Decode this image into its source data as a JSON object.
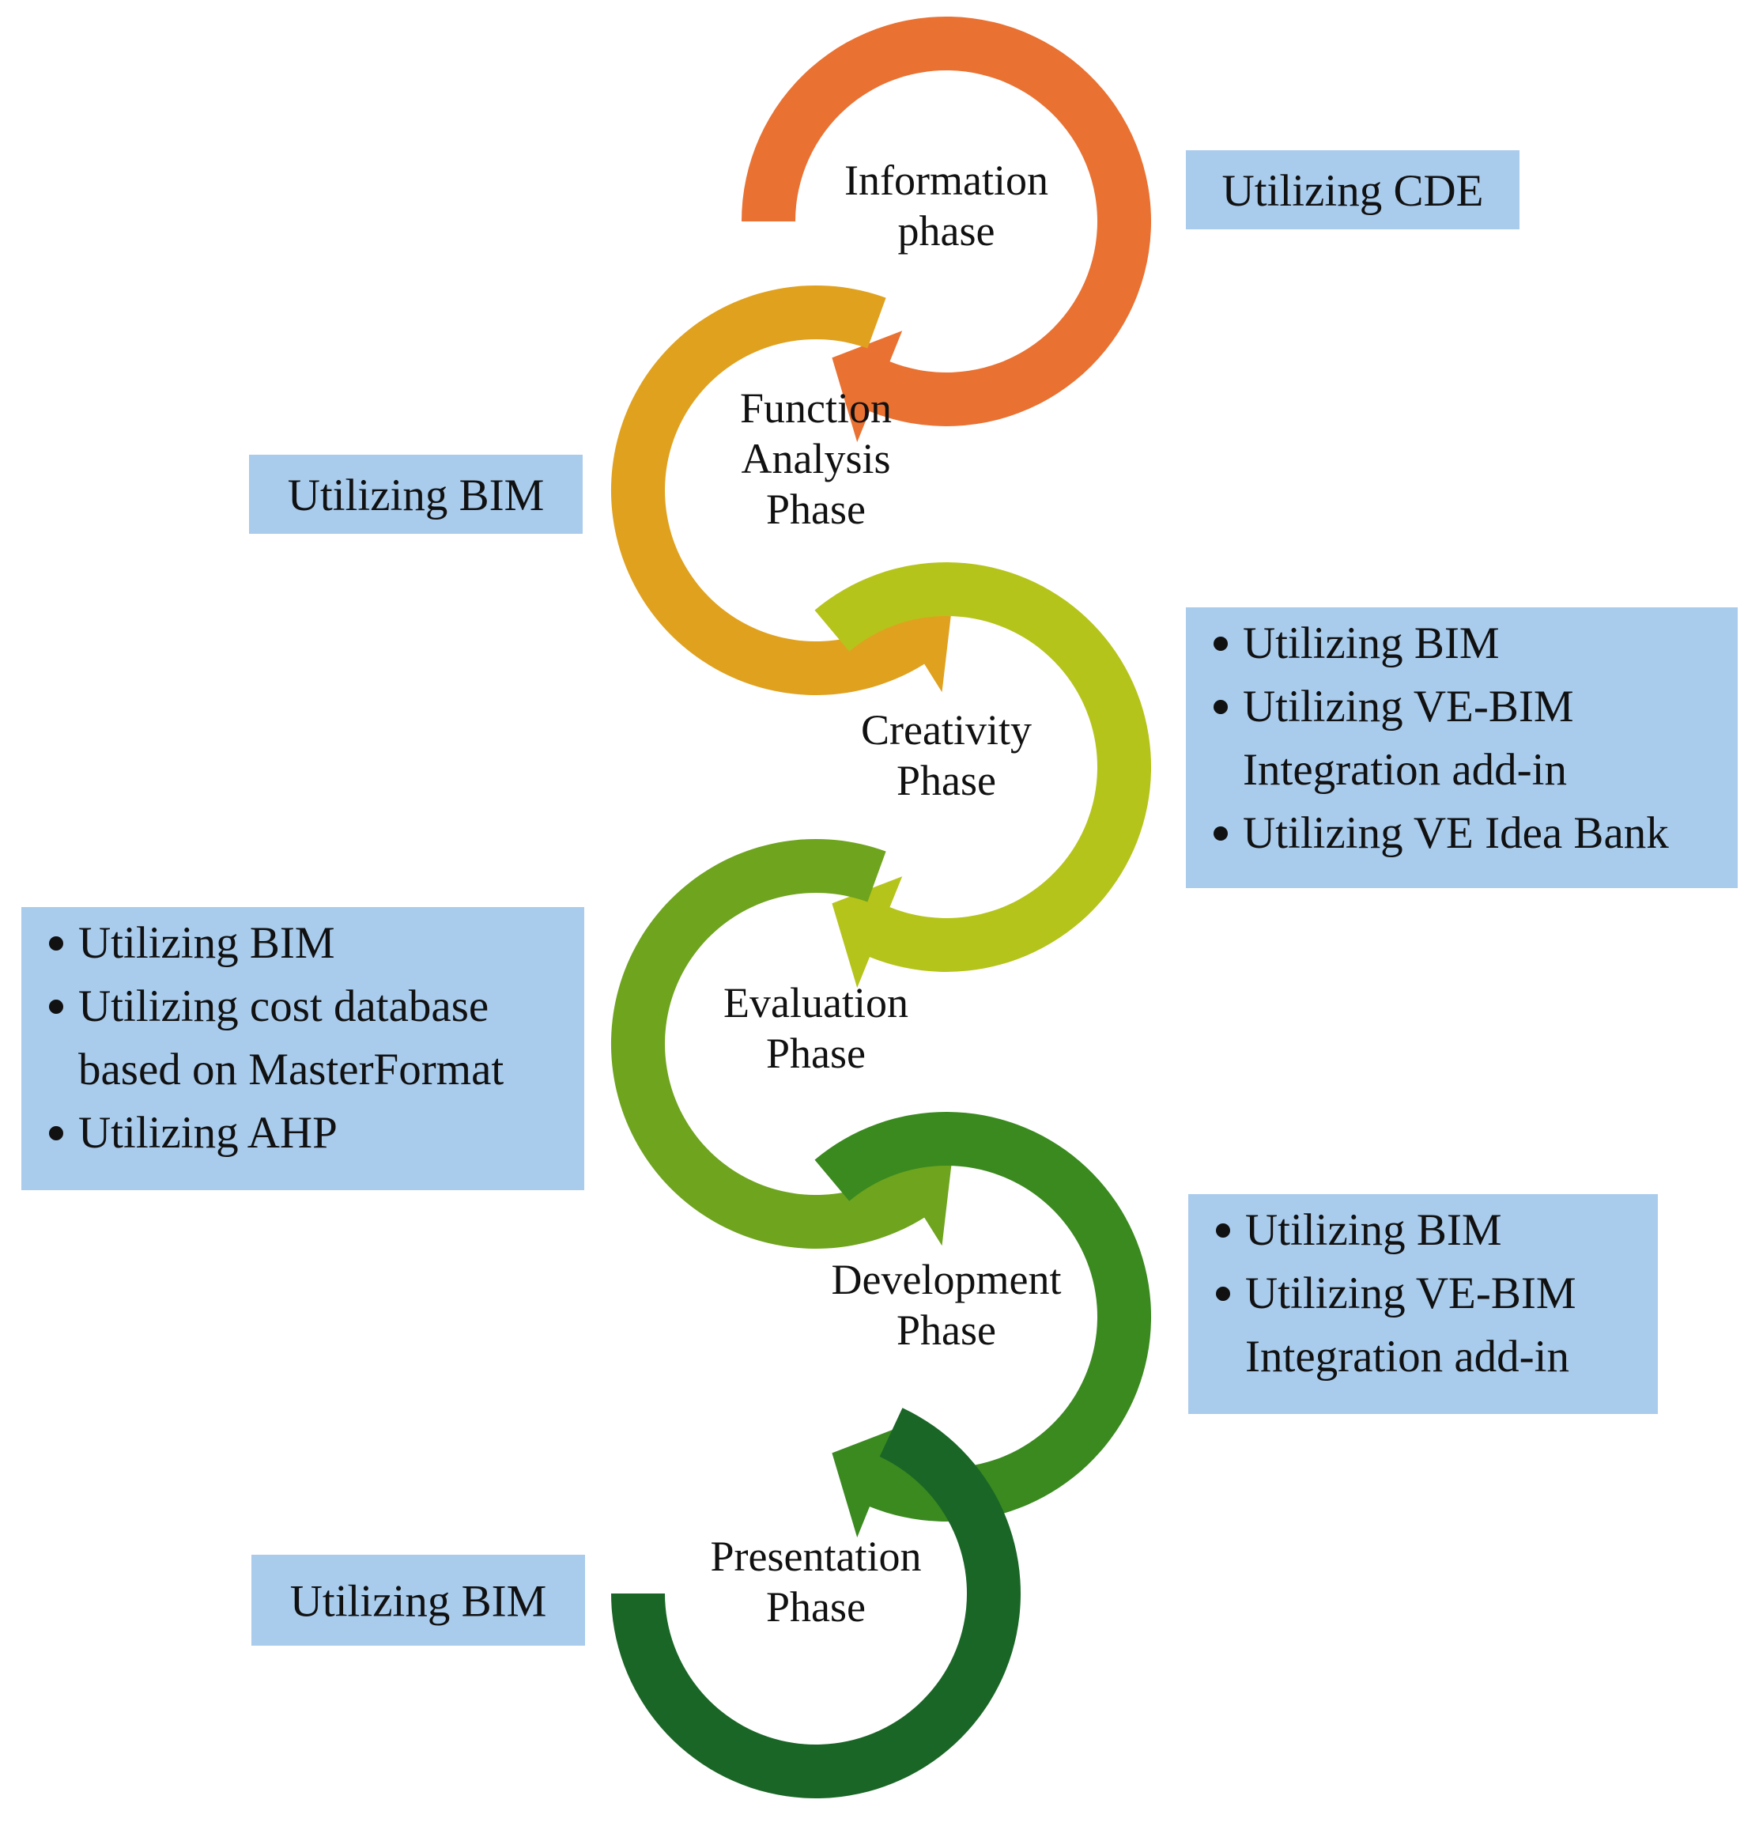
{
  "phases": [
    {
      "lines": [
        "Information",
        "phase"
      ],
      "color": "#E97132"
    },
    {
      "lines": [
        "Function",
        "Analysis",
        "Phase"
      ],
      "color": "#E0A11E"
    },
    {
      "lines": [
        "Creativity",
        "Phase"
      ],
      "color": "#B5C41A"
    },
    {
      "lines": [
        "Evaluation",
        "Phase"
      ],
      "color": "#6EA41E"
    },
    {
      "lines": [
        "Development",
        "Phase"
      ],
      "color": "#3A8A1F"
    },
    {
      "lines": [
        "Presentation",
        "Phase"
      ],
      "color": "#1A6626"
    }
  ],
  "notes": [
    {
      "bulleted": false,
      "items": [
        [
          "Utilizing CDE"
        ]
      ]
    },
    {
      "bulleted": false,
      "items": [
        [
          "Utilizing BIM"
        ]
      ]
    },
    {
      "bulleted": true,
      "items": [
        [
          "Utilizing BIM"
        ],
        [
          "Utilizing VE-BIM",
          "Integration add-in"
        ],
        [
          "Utilizing VE Idea Bank"
        ]
      ]
    },
    {
      "bulleted": true,
      "items": [
        [
          "Utilizing BIM"
        ],
        [
          "Utilizing cost database",
          "based on MasterFormat"
        ],
        [
          "Utilizing AHP"
        ]
      ]
    },
    {
      "bulleted": true,
      "items": [
        [
          "Utilizing BIM"
        ],
        [
          "Utilizing VE-BIM",
          "Integration add-in"
        ]
      ]
    },
    {
      "bulleted": false,
      "items": [
        [
          "Utilizing BIM"
        ]
      ]
    }
  ],
  "box_color": "#A9CBEC"
}
